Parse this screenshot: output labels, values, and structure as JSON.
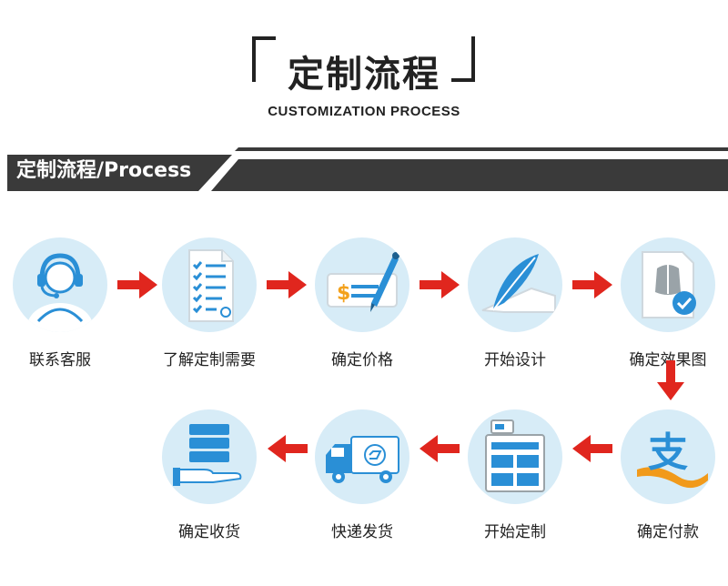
{
  "header": {
    "title": "定制流程",
    "subtitle": "CUSTOMIZATION PROCESS"
  },
  "banner": {
    "text": "定制流程/Process"
  },
  "colors": {
    "circle_bg": "#d7ecf7",
    "icon_blue": "#2a8fd6",
    "arrow_red": "#e0261e",
    "banner_dark": "#3a3a3a",
    "alipay_orange": "#f19a1b"
  },
  "steps_row1": [
    {
      "label": "联系客服",
      "icon": "customer-service-icon"
    },
    {
      "label": "了解定制需要",
      "icon": "checklist-icon"
    },
    {
      "label": "确定价格",
      "icon": "check-pen-icon"
    },
    {
      "label": "开始设计",
      "icon": "feather-icon"
    },
    {
      "label": "确定效果图",
      "icon": "rendering-confirm-icon"
    }
  ],
  "steps_row2": [
    {
      "label": "确定付款",
      "icon": "alipay-icon"
    },
    {
      "label": "开始定制",
      "icon": "production-machine-icon"
    },
    {
      "label": "快递发货",
      "icon": "delivery-truck-icon"
    },
    {
      "label": "确定收货",
      "icon": "receive-package-icon"
    }
  ],
  "alipay_char": "支"
}
